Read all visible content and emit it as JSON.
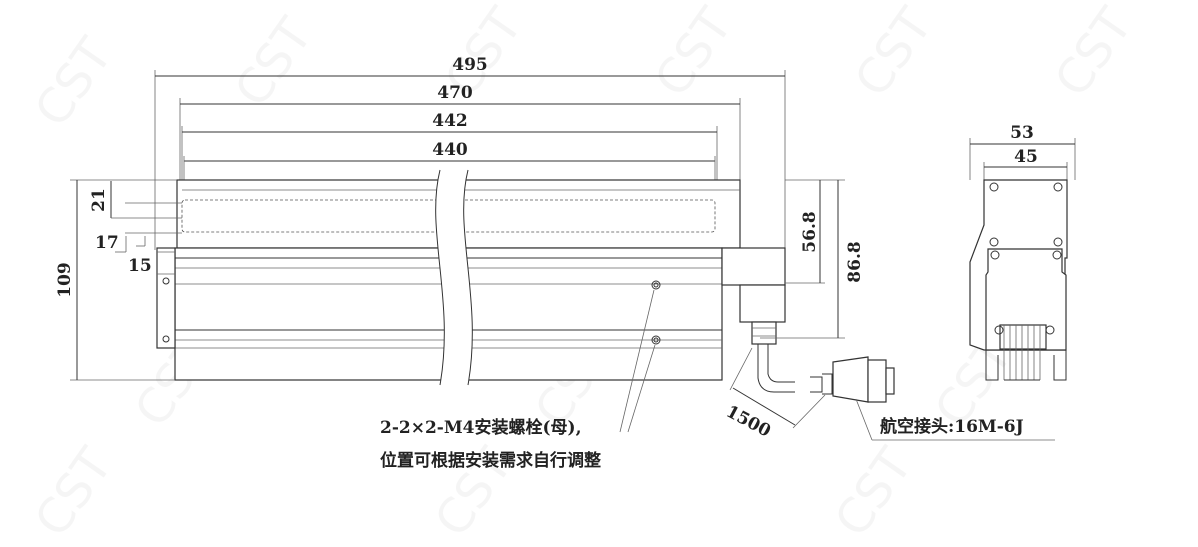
{
  "watermark": "CST",
  "dimensions": {
    "overall_length": "495",
    "mount_length": "470",
    "window_outer": "442",
    "window_inner": "440",
    "height_total": "109",
    "offset_21": "21",
    "offset_17": "17",
    "offset_15": "15",
    "height_56_8": "56.8",
    "height_86_8": "86.8",
    "cable_length": "1500",
    "side_width_53": "53",
    "side_width_45": "45"
  },
  "annotations": {
    "mount_note_line1": "2-2×2-M4安装螺栓(母),",
    "mount_note_line2": "位置可根据安装需求自行调整",
    "connector_note": "航空接头:16M-6J"
  }
}
